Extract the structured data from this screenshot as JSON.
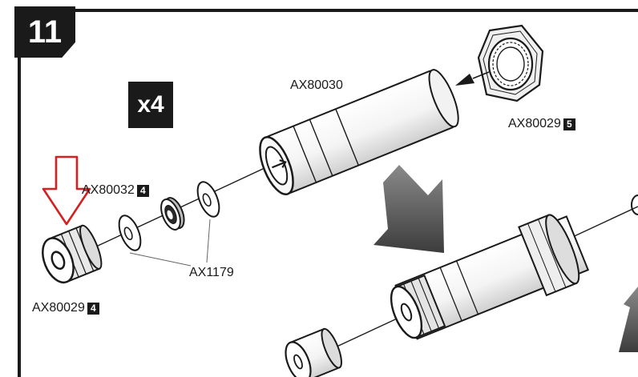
{
  "step": {
    "number": "11"
  },
  "quantity": {
    "text": "x4"
  },
  "parts": {
    "tube": {
      "code": "AX80030"
    },
    "nut_large": {
      "code": "AX80029",
      "badge": "5"
    },
    "spacer": {
      "code": "AX80032",
      "badge": "4"
    },
    "washers": {
      "code": "AX1179"
    },
    "nut_small": {
      "code": "AX80029",
      "badge": "4"
    }
  },
  "colors": {
    "ink": "#1a1a1a",
    "highlight_arrow": "#d42020",
    "flow_arrow": "#555555"
  }
}
